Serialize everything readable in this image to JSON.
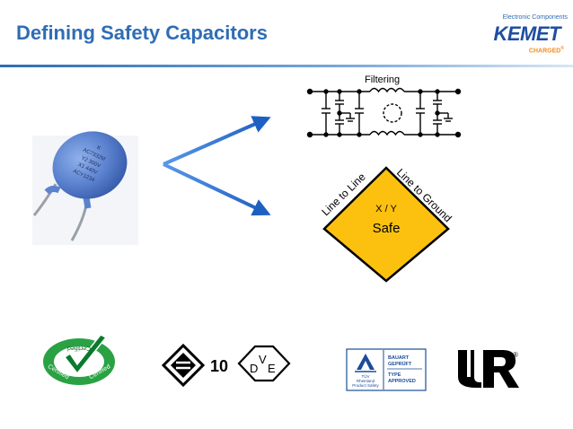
{
  "slide": {
    "title": "Defining Safety Capacitors"
  },
  "logo": {
    "subtitle": "Electronic Components",
    "name": "KEMET",
    "tagline": "CHARGED",
    "tagline_mark": "®"
  },
  "capacitor": {
    "marking_lines": [
      "K",
      "AC7332M",
      "Y2 300V",
      "X1 440V",
      "ACY1234"
    ]
  },
  "filter": {
    "label": "Filtering"
  },
  "safe_diamond": {
    "left_label": "Line to Line",
    "right_label": "Line to Ground",
    "classes": "X / Y",
    "status": "Safe",
    "fill_color": "#fcc10f"
  },
  "cert_marks": {
    "certified_words": [
      "Certified",
      "Certified",
      "Certified"
    ],
    "enec_number": "10",
    "vde_letters": [
      "D",
      "V",
      "E"
    ],
    "tuv_lines": [
      "BAUART",
      "GEPRÜFT",
      "TYPE",
      "APPROVED"
    ],
    "tuv_caption": [
      "TÜV",
      "Rheinland",
      "Product Safety"
    ],
    "ul_mark": "®"
  },
  "colors": {
    "title_blue": "#2f6db5",
    "arrow_blue": "#2e74d0",
    "capacitor_blue": "#5b82cf"
  }
}
